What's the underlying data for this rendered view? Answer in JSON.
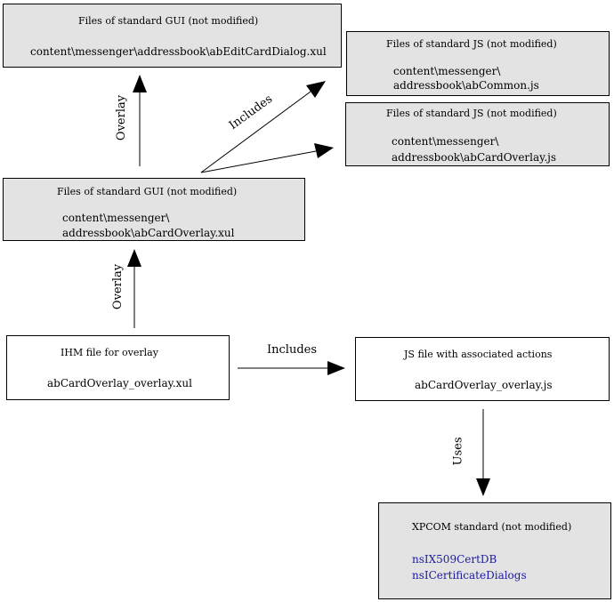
{
  "boxes": {
    "edit_card_dialog": {
      "title": "Files of standard GUI (not modified)",
      "file": "content\\messenger\\addressbook\\abEditCardDialog.xul"
    },
    "ab_common": {
      "title": "Files of standard  JS  (not modified)",
      "line1": "content\\messenger\\",
      "line2": "addressbook\\abCommon.js"
    },
    "ab_card_overlay_js": {
      "title": "Files of standard  JS  (not modified)",
      "line1": "content\\messenger\\",
      "line2": "addressbook\\abCardOverlay.js"
    },
    "ab_card_overlay_xul": {
      "title": "Files of standard GUI (not modified)",
      "line1": "content\\messenger\\",
      "line2": "addressbook\\abCardOverlay.xul"
    },
    "ihm_overlay": {
      "title": "IHM file for overlay",
      "file": "abCardOverlay_overlay.xul"
    },
    "js_actions": {
      "title": "JS file with associated actions",
      "file": "abCardOverlay_overlay.js"
    },
    "xpcom": {
      "title": "XPCOM standard  (not modified)",
      "items": [
        "nsIX509CertDB",
        "nsICertificateDialogs"
      ]
    }
  },
  "labels": {
    "overlay_top": "Overlay",
    "includes_diag": "Includes",
    "overlay_bottom": "Overlay",
    "includes_horiz": "Includes",
    "uses": "Uses"
  },
  "colors": {
    "box_fill": "#e3e3e3",
    "link_text": "#1a1aa0"
  }
}
